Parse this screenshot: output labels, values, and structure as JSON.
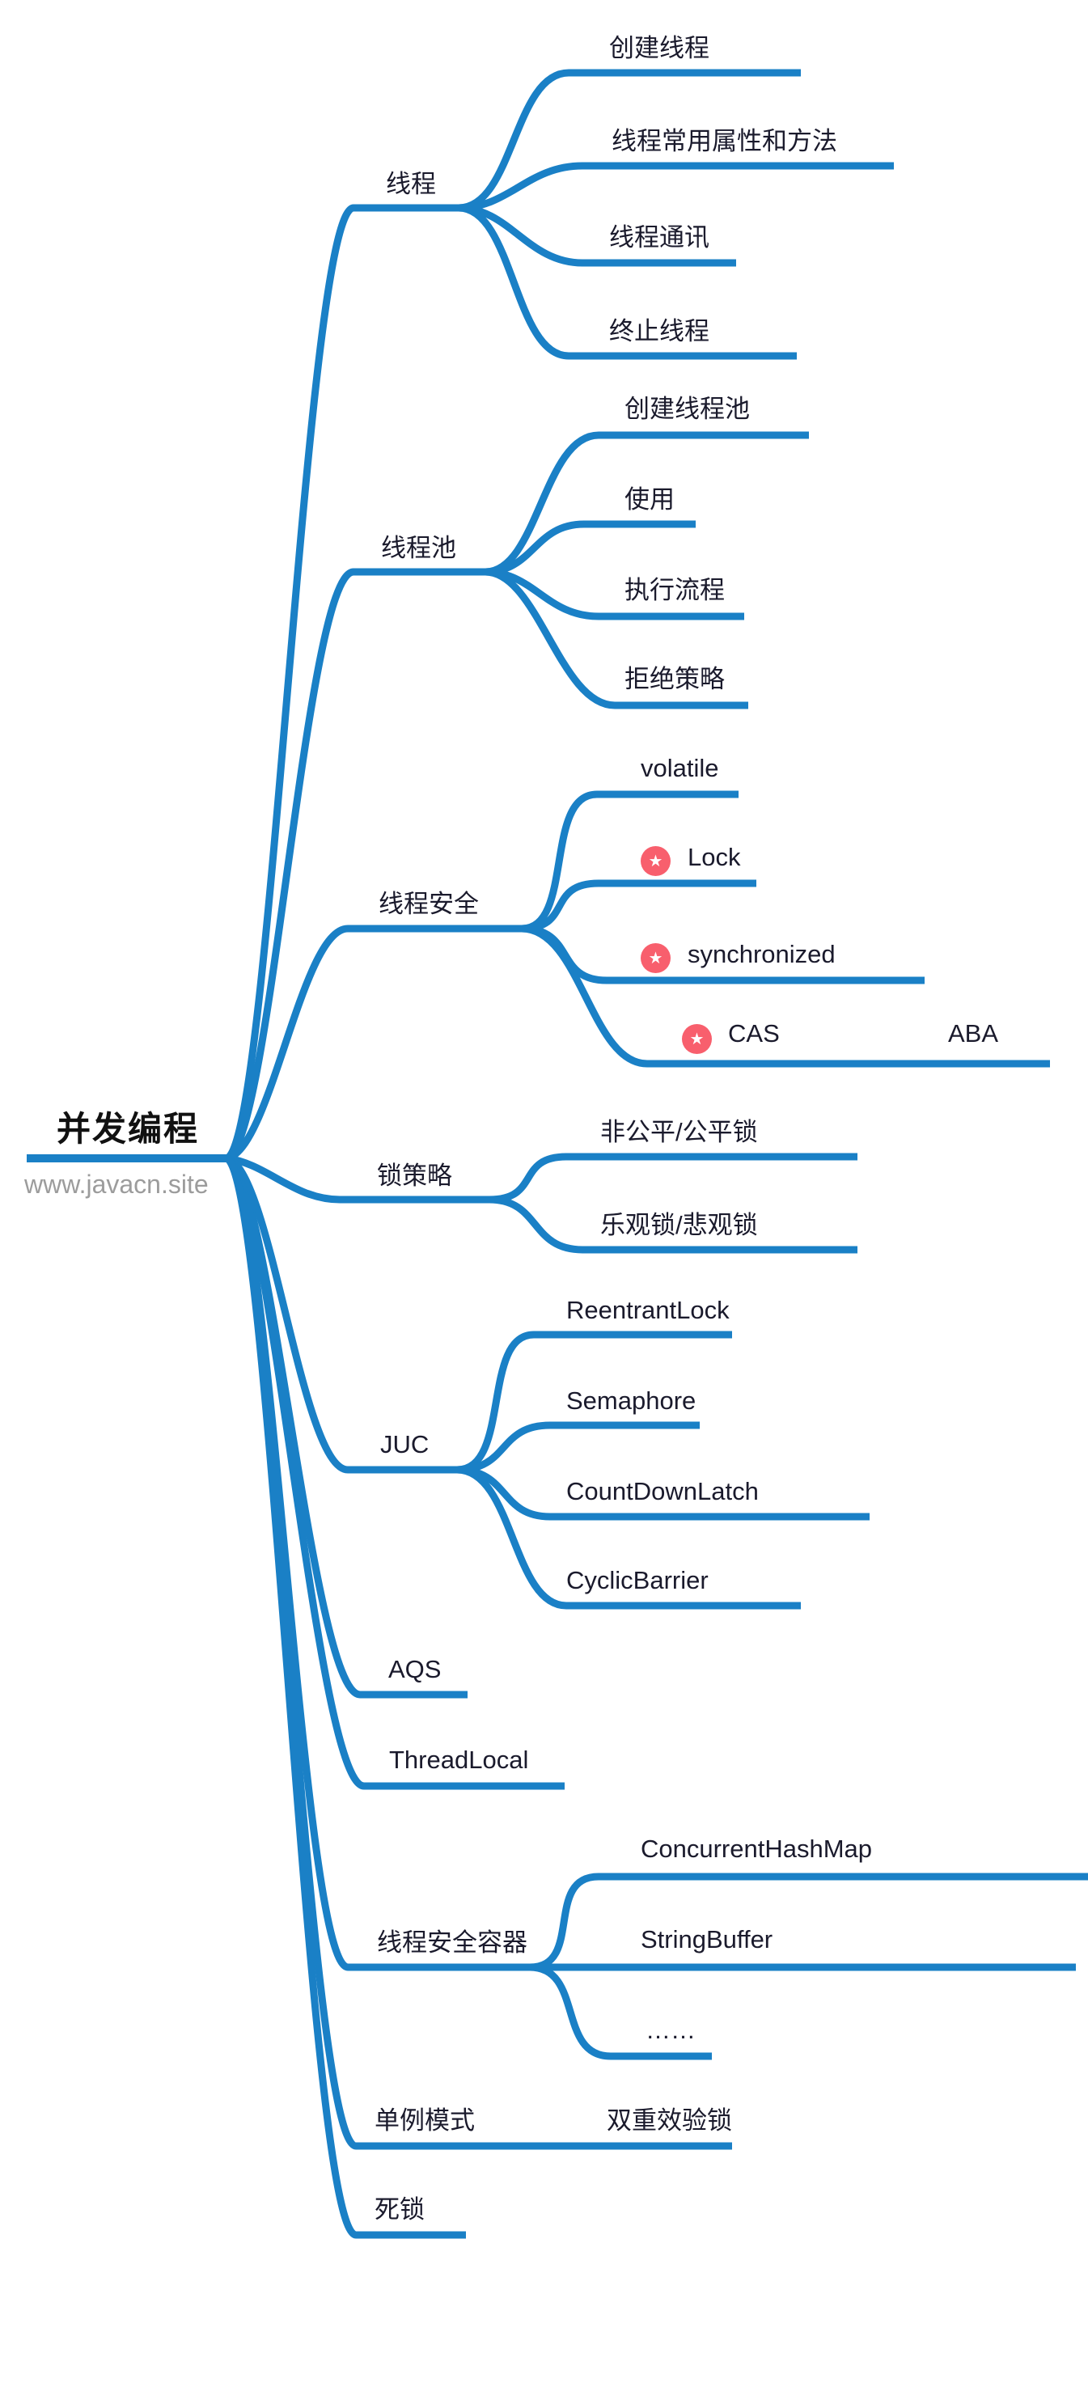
{
  "root": {
    "label": "并发编程",
    "watermark": "www.javacn.site"
  },
  "icons": {
    "star": "★"
  },
  "colors": {
    "line": "#1a80c6",
    "text": "#1a1a2c",
    "root_text": "#111111",
    "watermark": "#9c9c9c",
    "star_badge": "#f85f6d"
  },
  "branches": [
    {
      "label": "线程",
      "children": [
        {
          "label": "创建线程"
        },
        {
          "label": "线程常用属性和方法"
        },
        {
          "label": "线程通讯"
        },
        {
          "label": "终止线程"
        }
      ]
    },
    {
      "label": "线程池",
      "children": [
        {
          "label": "创建线程池"
        },
        {
          "label": "使用"
        },
        {
          "label": "执行流程"
        },
        {
          "label": "拒绝策略"
        }
      ]
    },
    {
      "label": "线程安全",
      "children": [
        {
          "label": "volatile"
        },
        {
          "label": "Lock",
          "marker": "star"
        },
        {
          "label": "synchronized",
          "marker": "star"
        },
        {
          "label": "CAS",
          "marker": "star",
          "children": [
            {
              "label": "ABA"
            }
          ]
        }
      ]
    },
    {
      "label": "锁策略",
      "children": [
        {
          "label": "非公平/公平锁"
        },
        {
          "label": "乐观锁/悲观锁"
        }
      ]
    },
    {
      "label": "JUC",
      "children": [
        {
          "label": "ReentrantLock"
        },
        {
          "label": "Semaphore"
        },
        {
          "label": "CountDownLatch"
        },
        {
          "label": "CyclicBarrier"
        }
      ]
    },
    {
      "label": "AQS"
    },
    {
      "label": "ThreadLocal"
    },
    {
      "label": "线程安全容器",
      "children": [
        {
          "label": "ConcurrentHashMap"
        },
        {
          "label": "StringBuffer"
        },
        {
          "label": "……"
        }
      ]
    },
    {
      "label": "单例模式",
      "children": [
        {
          "label": "双重效验锁"
        }
      ]
    },
    {
      "label": "死锁"
    }
  ]
}
